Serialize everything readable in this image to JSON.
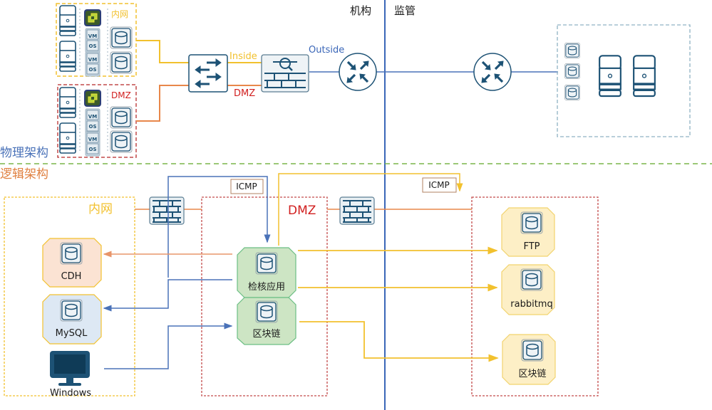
{
  "header": {
    "left_org": "机构",
    "right_org": "监管"
  },
  "sections": {
    "physical": "物理架构",
    "logical": "逻辑架构"
  },
  "physical": {
    "inner_group_label": "内网",
    "dmz_group_label": "DMZ",
    "vm_label": "VM",
    "os_label": "OS",
    "link_inside": "Inside",
    "link_dmz": "DMZ",
    "link_outside": "Outside",
    "icons": {
      "switch": "switch-icon",
      "firewall": "firewall-icon",
      "router": "router-icon",
      "server": "server-icon",
      "database": "database-icon",
      "vmware": "vmware-logo-icon"
    }
  },
  "logical": {
    "inner_zone_label": "内网",
    "dmz_zone_label": "DMZ",
    "icmp_left": "ICMP",
    "icmp_right": "ICMP",
    "inner_nodes": [
      {
        "label": "CDH"
      },
      {
        "label": "MySQL"
      },
      {
        "label": "Windows"
      }
    ],
    "dmz_nodes": [
      {
        "label": "检核应用"
      },
      {
        "label": "区块链"
      }
    ],
    "regulator_nodes": [
      {
        "label": "FTP"
      },
      {
        "label": "rabbitmq"
      },
      {
        "label": "区块链"
      }
    ]
  },
  "colors": {
    "inside": "#f2c12e",
    "dmz_link": "#e8874a",
    "outside": "#4a72b8",
    "divider": "#3a66b8",
    "dmz_text": "#d11f1f",
    "icon_dark": "#1d5275",
    "section_divider": "#7ab648",
    "physical_label": "#4a72b8",
    "logical_label": "#e08040"
  }
}
